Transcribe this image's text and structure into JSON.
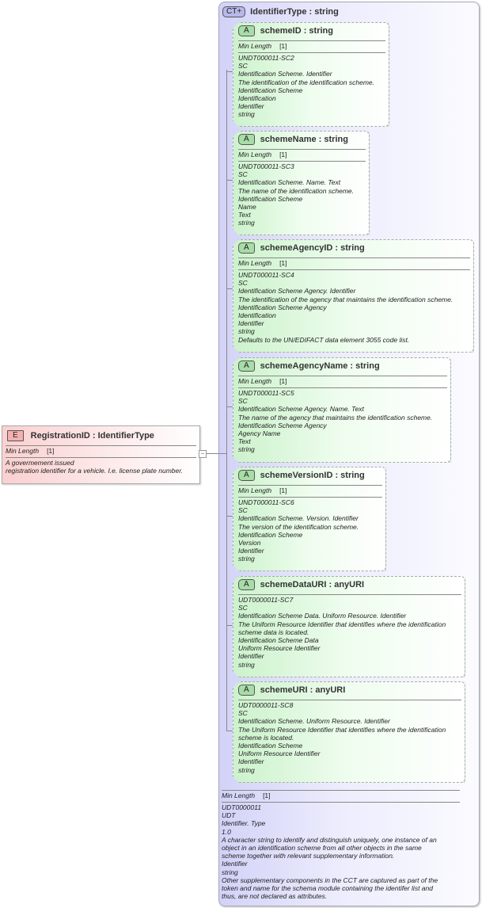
{
  "element": {
    "badge": "E",
    "title": "RegistrationID : IdentifierType",
    "facet_label": "Min Length",
    "facet_value": "[1]",
    "doc": "A govermement issued\nregistration identifier for a vehicle. I.e. license plate number.",
    "color": "#fbd0d0"
  },
  "complex_type": {
    "badge": "CT+",
    "title": "IdentifierType : string",
    "color": "#d2d2f8",
    "facet_label": "Min Length",
    "facet_value": "[1]",
    "doc": "UDT0000011\nUDT\nIdentifier. Type\n1.0\nA character string to identify and distinguish uniquely, one instance of an\nobject in an identification scheme from all other objects in the same\nscheme together with relevant supplementary information.\nIdentifier\nstring\nOther supplementary components in the CCT are captured as part of the\ntoken and name for the schema module containing the identifer list and\nthus, are not declared as attributes."
  },
  "attributes": [
    {
      "badge": "A",
      "title": "schemeID : string",
      "facet_label": "Min Length",
      "facet_value": "[1]",
      "doc": "UNDT000011-SC2\nSC\nIdentification Scheme. Identifier\nThe identification of the identification scheme.\nIdentification Scheme\nIdentification\nIdentifier\nstring"
    },
    {
      "badge": "A",
      "title": "schemeName : string",
      "facet_label": "Min Length",
      "facet_value": "[1]",
      "doc": "UNDT000011-SC3\nSC\nIdentification Scheme. Name. Text\nThe name of the identification scheme.\nIdentification Scheme\nName\nText\nstring"
    },
    {
      "badge": "A",
      "title": "schemeAgencyID : string",
      "facet_label": "Min Length",
      "facet_value": "[1]",
      "doc": "UNDT000011-SC4\nSC\nIdentification Scheme Agency. Identifier\nThe identification of the agency that maintains the identification scheme.\nIdentification Scheme Agency\nIdentification\nIdentifier\nstring\nDefaults to the UN/EDIFACT data element 3055 code list."
    },
    {
      "badge": "A",
      "title": "schemeAgencyName : string",
      "facet_label": "Min Length",
      "facet_value": "[1]",
      "doc": "UNDT000011-SC5\nSC\nIdentification Scheme Agency. Name. Text\nThe name of the agency that maintains the identification scheme.\nIdentification Scheme Agency\nAgency Name\nText\nstring"
    },
    {
      "badge": "A",
      "title": "schemeVersionID : string",
      "facet_label": "Min Length",
      "facet_value": "[1]",
      "doc": "UNDT000011-SC6\nSC\nIdentification Scheme. Version. Identifier\nThe version of the identification scheme.\nIdentification Scheme\nVersion\nIdentifier\nstring"
    },
    {
      "badge": "A",
      "title": "schemeDataURI : anyURI",
      "doc": "UDT0000011-SC7\nSC\nIdentification Scheme Data. Uniform Resource. Identifier\nThe Uniform Resource Identifier that identifies where the identification\nscheme data is located.\nIdentification Scheme Data\nUniform Resource Identifier\nIdentifier\nstring"
    },
    {
      "badge": "A",
      "title": "schemeURI : anyURI",
      "doc": "UDT0000011-SC8\nSC\nIdentification Scheme. Uniform Resource. Identifier\nThe Uniform Resource Identifier that identifies where the identification\nscheme is located.\nIdentification Scheme\nUniform Resource Identifier\nIdentifier\nstring"
    }
  ],
  "attribute_color": "#ccf2cc"
}
